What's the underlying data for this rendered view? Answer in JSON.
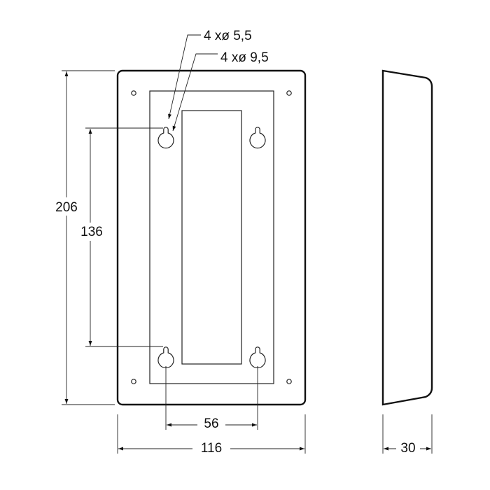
{
  "dimensions": {
    "total_height": "206",
    "hole_spacing_vertical": "136",
    "hole_spacing_horizontal": "56",
    "total_width": "116",
    "depth": "30"
  },
  "callouts": {
    "small_holes": "4 xø 5,5",
    "large_holes": "4 xø 9,5"
  },
  "colors": {
    "line": "#111111",
    "background": "#ffffff"
  }
}
